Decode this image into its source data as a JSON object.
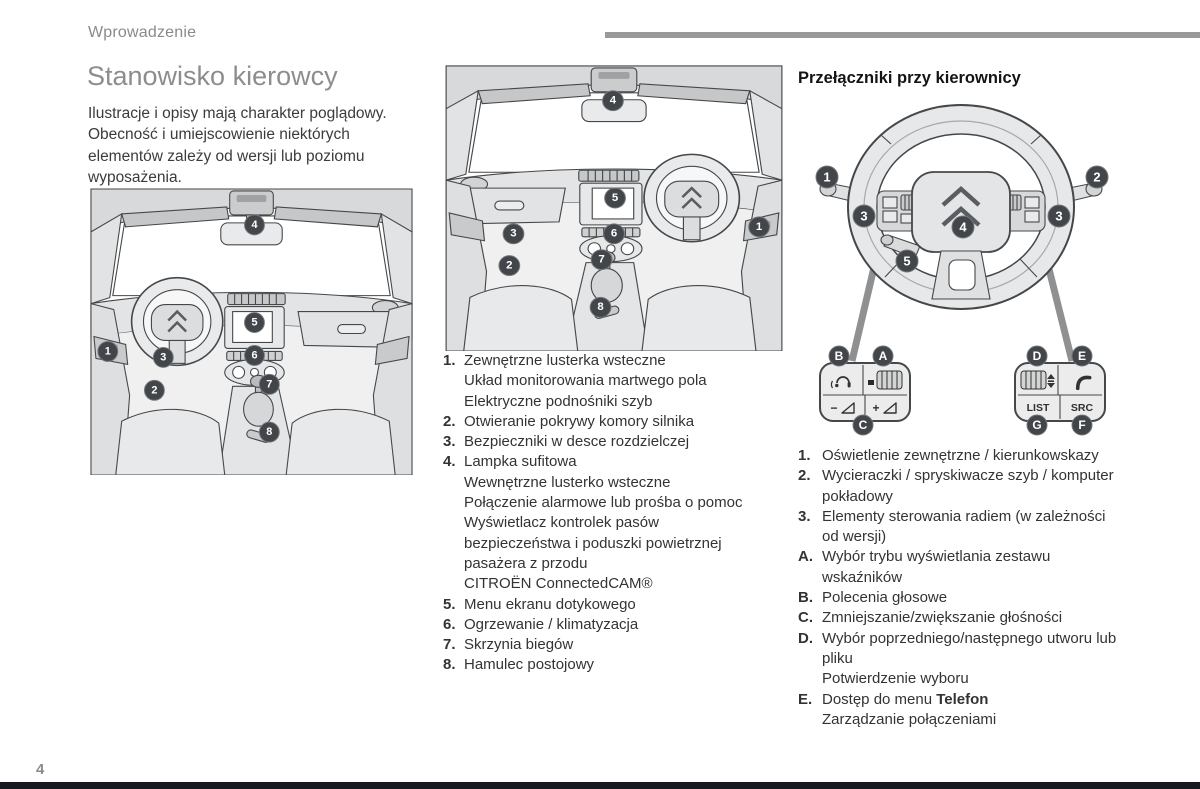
{
  "page": {
    "section_header": "Wprowadzenie",
    "page_number": "4"
  },
  "intro": {
    "title": "Stanowisko kierowcy",
    "body": "Ilustracje i opisy mają charakter poglądowy. Obecność i umiejscowienie niektórych elementów zależy od wersji lub poziomu wyposażenia."
  },
  "middle_column": {
    "items": [
      {
        "num": "1.",
        "lines": [
          "Zewnętrzne lusterka wsteczne",
          "Układ monitorowania martwego pola",
          "Elektryczne podnośniki szyb"
        ]
      },
      {
        "num": "2.",
        "lines": [
          "Otwieranie pokrywy komory silnika"
        ]
      },
      {
        "num": "3.",
        "lines": [
          "Bezpieczniki w desce rozdzielczej"
        ]
      },
      {
        "num": "4.",
        "lines": [
          "Lampka sufitowa",
          "Wewnętrzne lusterko wsteczne",
          "Połączenie alarmowe lub prośba o pomoc",
          "Wyświetlacz kontrolek pasów",
          "bezpieczeństwa i poduszki powietrznej",
          "pasażera z przodu",
          "CITROËN ConnectedCAM®"
        ]
      },
      {
        "num": "5.",
        "lines": [
          "Menu ekranu dotykowego"
        ]
      },
      {
        "num": "6.",
        "lines": [
          "Ogrzewanie / klimatyzacja"
        ]
      },
      {
        "num": "7.",
        "lines": [
          "Skrzynia biegów"
        ]
      },
      {
        "num": "8.",
        "lines": [
          "Hamulec postojowy"
        ]
      }
    ]
  },
  "right_column": {
    "title": "Przełączniki przy kierownicy",
    "items": [
      {
        "num": "1.",
        "lines": [
          "Oświetlenie zewnętrzne / kierunkowskazy"
        ]
      },
      {
        "num": "2.",
        "lines": [
          "Wycieraczki / spryskiwacze szyb / komputer",
          "pokładowy"
        ]
      },
      {
        "num": "3.",
        "lines": [
          "Elementy sterowania radiem (w zależności",
          "od wersji)"
        ]
      },
      {
        "num": "A.",
        "lines": [
          "Wybór trybu wyświetlania zestawu",
          "wskaźników"
        ]
      },
      {
        "num": "B.",
        "lines": [
          "Polecenia głosowe"
        ]
      },
      {
        "num": "C.",
        "lines": [
          "Zmniejszanie/zwiększanie głośności"
        ]
      },
      {
        "num": "D.",
        "lines": [
          "Wybór poprzedniego/następnego utworu lub",
          "pliku",
          "Potwierdzenie wyboru"
        ]
      },
      {
        "num": "E.",
        "prefix": "Dostęp do menu ",
        "bold": "Telefon",
        "line2": "Zarządzanie połączeniami"
      }
    ]
  },
  "illustrations": {
    "cabin_lhd": {
      "callouts": [
        "1",
        "2",
        "3",
        "4",
        "5",
        "6",
        "7",
        "8"
      ]
    },
    "cabin_rhd": {
      "callouts": [
        "1",
        "2",
        "3",
        "4",
        "5",
        "6",
        "7",
        "8"
      ]
    },
    "wheel": {
      "callouts": [
        "1",
        "2",
        "3",
        "3",
        "4",
        "5"
      ],
      "left_pad": {
        "top_left": "B",
        "top_right": "A",
        "bottom": "C",
        "minus_label": "−",
        "plus_label": "+"
      },
      "right_pad": {
        "top_left": "D",
        "top_right": "E",
        "bottom_left": "G",
        "bottom_right": "F",
        "list_label": "LIST",
        "src_label": "SRC"
      }
    }
  }
}
